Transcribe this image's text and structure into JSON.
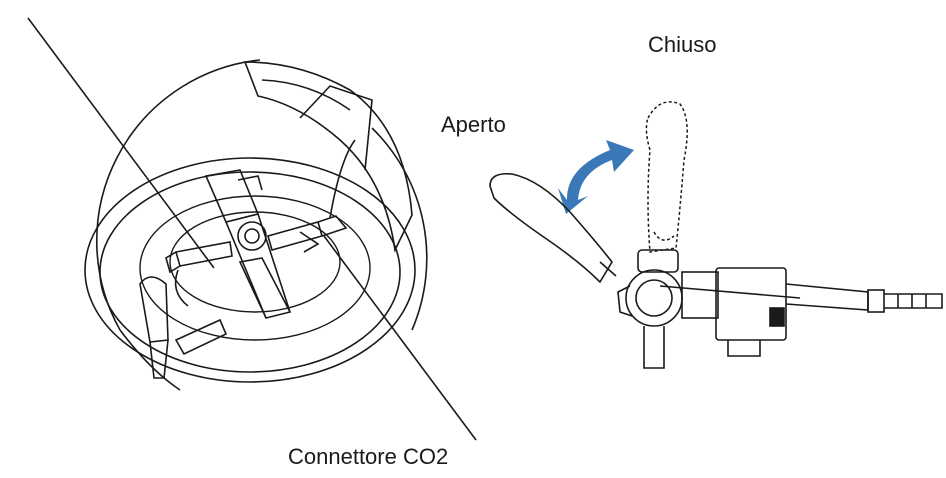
{
  "labels": {
    "closed": "Chiuso",
    "open": "Aperto",
    "co2_connector": "Connettore CO2"
  },
  "colors": {
    "line": "#1a1a1a",
    "arrow": "#3a78b8",
    "background": "#ffffff"
  }
}
